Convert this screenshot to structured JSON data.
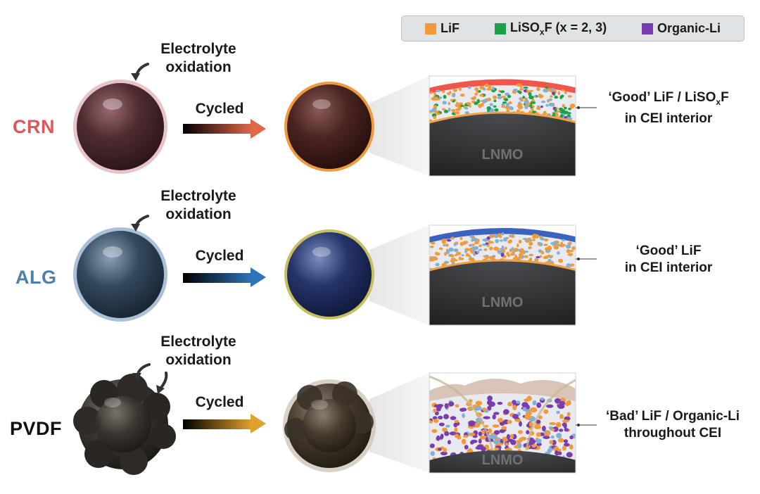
{
  "legend": {
    "items": [
      {
        "label": "LiF",
        "color": "#f39a38"
      },
      {
        "label_main": "LiSO",
        "label_sub": "x",
        "label_end": "F (x = 2, 3)",
        "color": "#1aa14a"
      },
      {
        "label": "Organic-Li",
        "color": "#7a3db0"
      }
    ]
  },
  "rows": [
    {
      "label": "CRN",
      "label_color": "#e0575a",
      "oxidation_line1": "Electrolyte",
      "oxidation_line2": "oxidation",
      "cycled": "Cycled",
      "arrow_color": "#e0684a",
      "layer_color": "#f0564a",
      "callout_line1_a": "‘Good’ LiF / LiSO",
      "callout_line1_sub": "x",
      "callout_line1_b": "F",
      "callout_line2": "in CEI interior",
      "core_label": "LNMO"
    },
    {
      "label": "ALG",
      "label_color": "#4a7fb0",
      "oxidation_line1": "Electrolyte",
      "oxidation_line2": "oxidation",
      "cycled": "Cycled",
      "arrow_color": "#2f74b8",
      "layer_color": "#3b64c0",
      "callout_line1": "‘Good’ LiF",
      "callout_line2": "in CEI interior",
      "core_label": "LNMO"
    },
    {
      "label": "PVDF",
      "label_color": "#111111",
      "oxidation_line1": "Electrolyte",
      "oxidation_line2": "oxidation",
      "cycled": "Cycled",
      "arrow_color": "#e0a030",
      "layer_color": "#d9c4b8",
      "callout_line1": "‘Bad’ LiF / Organic-Li",
      "callout_line2": "throughout CEI",
      "core_label": "LNMO"
    }
  ]
}
